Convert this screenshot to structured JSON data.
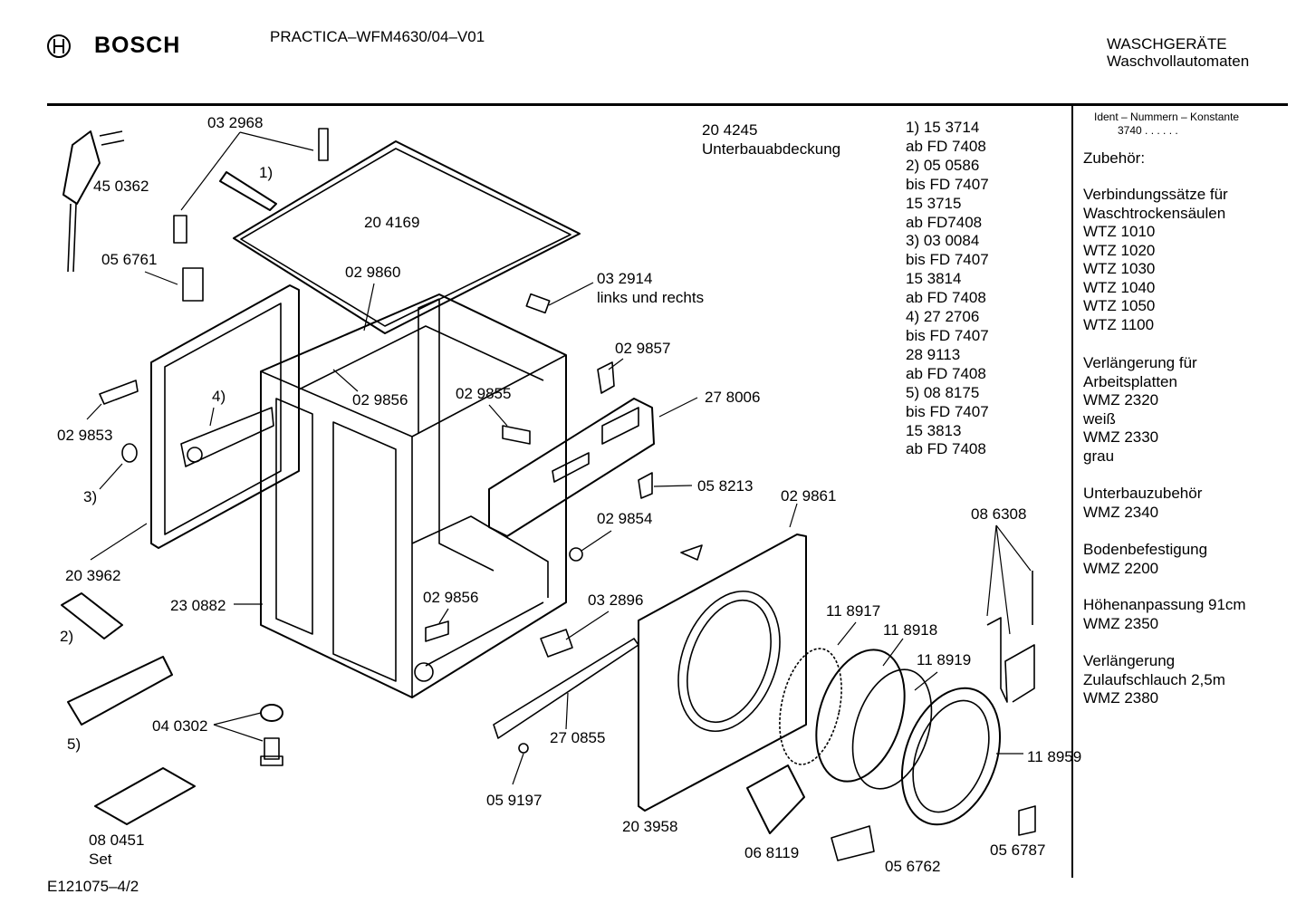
{
  "header": {
    "brand": "BOSCH",
    "model": "PRACTICA–WFM4630/04–V01",
    "category": "WASCHGERÄTE",
    "subcategory": "Waschvollautomaten"
  },
  "footer": {
    "drawing_id": "E121075–4/2"
  },
  "parts": {
    "p450362": "45 0362",
    "p032968": "03 2968",
    "ref1": "1)",
    "p056761": "05 6761",
    "p204169": "20 4169",
    "p029860": "02 9860",
    "p032914": "03 2914",
    "p032914_note": "links und rechts",
    "p204245": "20 4245",
    "p204245_note": "Unterbauabdeckung",
    "p029857": "02 9857",
    "p029856a": "02 9856",
    "p029855": "02 9855",
    "p278006": "27 8006",
    "p029853": "02 9853",
    "ref4": "4)",
    "ref3": "3)",
    "p058213": "05 8213",
    "p029861": "02 9861",
    "p029854": "02 9854",
    "p086308": "08 6308",
    "p203962": "20 3962",
    "p230882": "23 0882",
    "p029856b": "02 9856",
    "p032896": "03 2896",
    "ref2": "2)",
    "p118917": "11 8917",
    "p118918": "11 8918",
    "p118919": "11 8919",
    "p040302": "04 0302",
    "ref5": "5)",
    "p270855": "27 0855",
    "p118959": "11 8959",
    "p059197": "05 9197",
    "p203958": "20 3958",
    "p080451": "08  0451",
    "p080451_note": "Set",
    "p068119": "06 8119",
    "p056762": "05 6762",
    "p056787": "05 6787"
  },
  "variants": [
    "1)  15 3714",
    "     ab FD 7408",
    "2)  05 0586",
    "     bis FD 7407",
    "     15 3715",
    "     ab FD7408",
    "3)  03 0084",
    "     bis FD 7407",
    "     15 3814",
    "     ab FD 7408",
    "4)  27 2706",
    "     bis FD 7407",
    "     28 9113",
    "     ab FD 7408",
    "5)  08 8175",
    "     bis FD 7407",
    "     15 3813",
    "     ab FD 7408"
  ],
  "sidebar": {
    "ident_header": "Ident – Nummern – Konstante",
    "ident_value": "3740  .  .  .  .  .  .",
    "accessories_title": "Zubehör:",
    "groups": [
      [
        "Verbindungssätze für",
        "Waschtrockensäulen",
        "WTZ 1010",
        "WTZ 1020",
        "WTZ 1030",
        "WTZ 1040",
        "WTZ 1050",
        "WTZ 1100"
      ],
      [
        "Verlängerung für",
        "Arbeitsplatten",
        "WMZ 2320",
        "weiß",
        "WMZ 2330",
        "grau"
      ],
      [
        "Unterbauzubehör",
        "WMZ 2340"
      ],
      [
        "Bodenbefestigung",
        "WMZ 2200"
      ],
      [
        "Höhenanpassung  91cm",
        "WMZ 2350"
      ],
      [
        "Verlängerung",
        "Zulaufschlauch 2,5m",
        "WMZ 2380"
      ]
    ]
  }
}
